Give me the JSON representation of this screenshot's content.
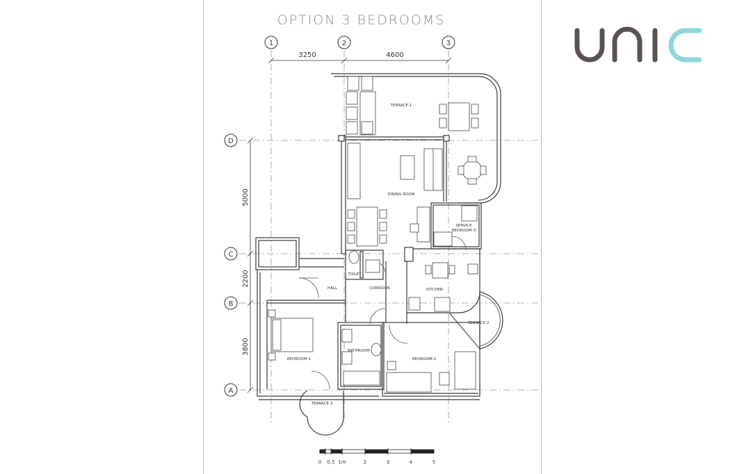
{
  "title": "OPTION 3 BEDROOMS",
  "logo": {
    "text": "unic",
    "colors": {
      "primary": "#5a5350",
      "accent": "#8fd6da"
    }
  },
  "grid": {
    "columns": [
      "1",
      "2",
      "3"
    ],
    "rows": [
      "D",
      "C",
      "B",
      "A"
    ],
    "horizontal_dimensions": [
      "3250",
      "4600"
    ],
    "vertical_dimensions": [
      "5000",
      "2200",
      "3800"
    ]
  },
  "rooms": {
    "terrace_1": "TERRACE-1",
    "dining_room": "DINING ROOM",
    "service_bedroom_line1": "SERVICE",
    "service_bedroom_line2": "BEDROOM-3",
    "toilet": "TOILET",
    "corridor": "CORRIDOR",
    "hall": "HALL",
    "kitchen": "KITCHEN",
    "terrace_2": "TERRACE-2",
    "bathroom": "BATHROOM",
    "bedroom_1": "BEDROOM-1",
    "bedroom_2": "BEDROOM-2",
    "terrace_3": "TERRACE-3"
  },
  "scale_bar": {
    "labels": [
      "0",
      "0,5",
      "1m",
      "2",
      "3",
      "4",
      "5"
    ]
  }
}
